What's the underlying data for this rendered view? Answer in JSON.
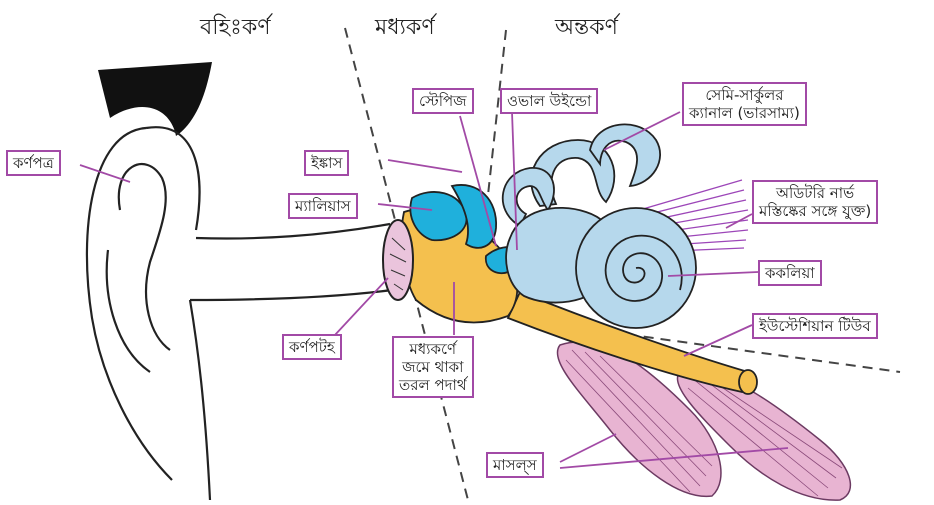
{
  "regions": {
    "outer": "বহিঃকর্ণ",
    "middle": "মধ্যকর্ণ",
    "inner": "অন্তকর্ণ"
  },
  "labels": {
    "pinna": "কর্ণপত্র",
    "incus": "ইঙ্কাস",
    "malleus": "ম্যালিয়াস",
    "stapes": "স্টেপিজ",
    "oval_window": "ওভাল উইন্ডো",
    "semicircular_line1": "সেমি-সার্কুলর",
    "semicircular_line2": "ক্যানাল (ভারসাম্য)",
    "auditory_line1": "অডিটরি নার্ভ",
    "auditory_line2": "মস্তিষ্কের সঙ্গে যুক্ত)",
    "cochlea": "ককলিয়া",
    "eustachian": "ইউস্টেশিয়ান টিউব",
    "eardrum": "কর্ণপটহ",
    "fluid_line1": "মধ্যকর্ণে",
    "fluid_line2": "জমে থাকা",
    "fluid_line3": "তরল পদার্থ",
    "muscles": "মাসল্‌স"
  },
  "colors": {
    "label_border": "#a24aa6",
    "leader": "#a24aa6",
    "fluid": "#f4c04e",
    "ossicles": "#1fb0dc",
    "inner_ear": "#b6d8ec",
    "eardrum": "#eac4dc",
    "muscle": "#e8b4d2",
    "nerve": "#9c46b8"
  }
}
